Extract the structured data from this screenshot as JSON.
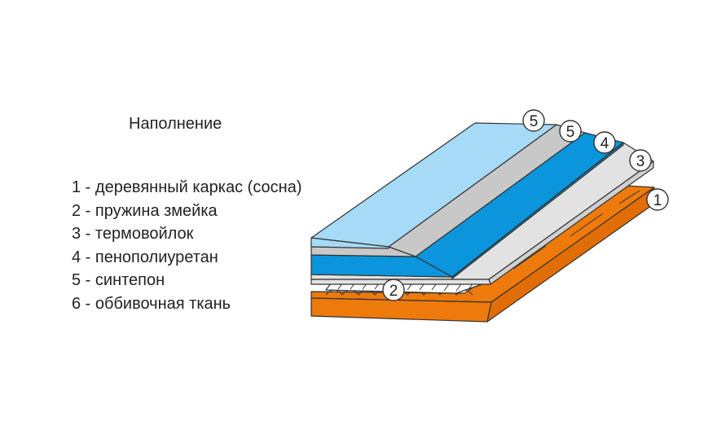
{
  "heading": "Наполнение",
  "legend": [
    "1 - деревянный каркас (сосна)",
    "2 - пружина змейка",
    "3 - термовойлок",
    "4 - пенополиуретан",
    "5 - синтепон",
    "6 - оббивочная ткань"
  ],
  "callouts": [
    "5",
    "5",
    "4",
    "3",
    "1",
    "2"
  ],
  "colors": {
    "wood": "#ee7a0c",
    "foam": "#0b95dc",
    "top": "#a6daf6",
    "gray": "#c8c8c8",
    "felt": "#e2e2e2"
  }
}
